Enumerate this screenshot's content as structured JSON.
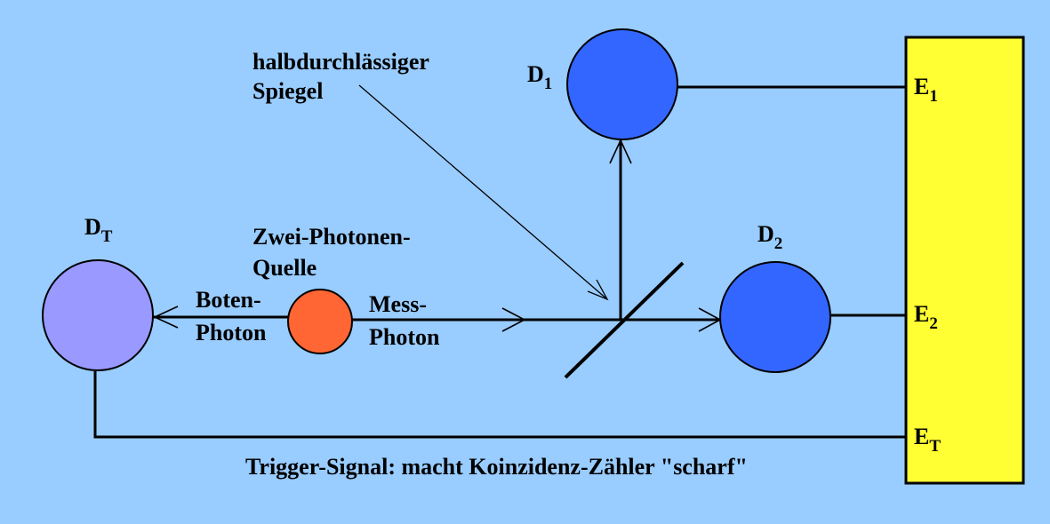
{
  "title": "Zwei-Photonen-Experiment mit Koinzidenz-Zähler",
  "colors": {
    "background": "#99ccff",
    "detector_d1": "#3366ff",
    "detector_d2": "#3366ff",
    "detector_dt": "#9999ff",
    "source": "#ff6633",
    "counter": "#ffff33"
  },
  "labels": {
    "d1_main": "D",
    "d1_sub": "1",
    "d2_main": "D",
    "d2_sub": "2",
    "dt_main": "D",
    "dt_sub": "T",
    "source_line1": "Zwei-Photonen-",
    "source_line2": "Quelle",
    "mirror_line1": "halbdurchlässiger",
    "mirror_line2": "Spiegel",
    "boten_line1": "Boten-",
    "boten_line2": "Photon",
    "mess_line1": "Mess-",
    "mess_line2": "Photon",
    "e1_main": "E",
    "e1_sub": "1",
    "e2_main": "E",
    "e2_sub": "2",
    "et_main": "E",
    "et_sub": "T",
    "trigger": "Trigger-Signal: macht Koinzidenz-Zähler \"scharf\""
  }
}
